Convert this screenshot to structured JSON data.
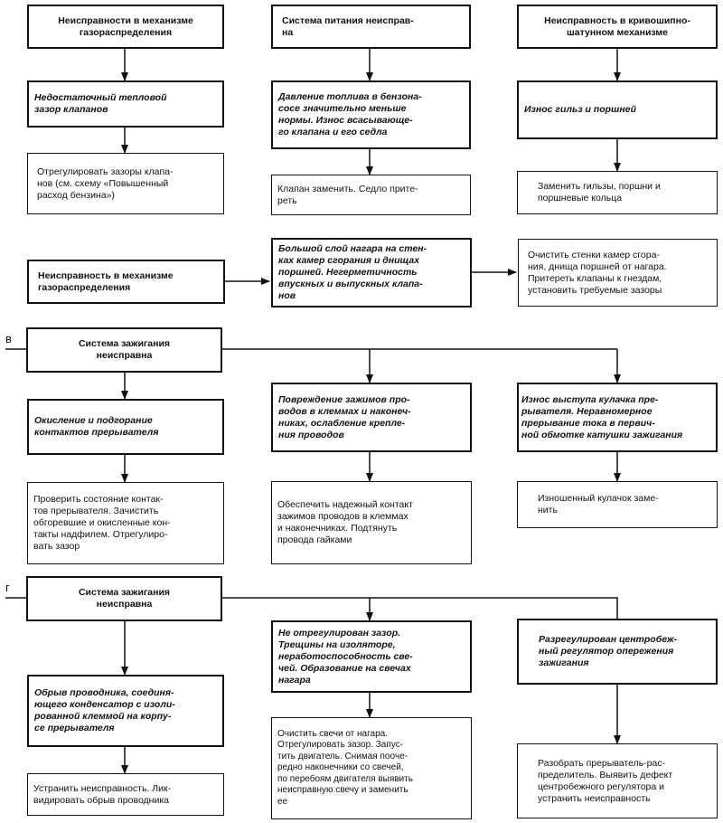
{
  "section_letters": {
    "v": "в",
    "g": "г"
  },
  "a": {
    "col1": {
      "fault": "Неисправности в механизме\nгазораспределения",
      "cause": "Недостаточный    тепловой\nзазор клапанов",
      "action": "Отрегулировать зазоры клапа-\nнов (см. схему «Повышенный\nрасход бензина»)"
    },
    "col2": {
      "fault": "Система  питания  неисправ-\nна",
      "cause": "Давление топлива в бензона-\nсосе  значительно  меньше\nнормы.  Износ  всасывающе-\nго клапана и его седла",
      "action": "Клапан заменить. Седло прите-\nреть"
    },
    "col3": {
      "fault": "Неисправность в кривошипно-\nшатунном механизме",
      "cause": "Износ гильз и поршней",
      "action": "Заменить  гильзы,  поршни  и\nпоршневые кольца"
    }
  },
  "b": {
    "fault": "Неисправность  в  механизме\nгазораспределения",
    "cause": "Большой слой нагара на стен-\nках камер сгорания и днищах\nпоршней.   Негерметичность\nвпускных и выпускных клапа-\nнов",
    "action": "Очистить стенки камер сгора-\nния, днища поршней от нагара.\nПритереть клапаны к гнездам,\nустановить требуемые зазоры"
  },
  "v": {
    "fault": "Система  зажигания\nнеисправна",
    "col1": {
      "cause": "Окисление    и    подгорание\nконтактов прерывателя",
      "action": "Проверить  состояние  контак-\nтов  прерывателя.  Зачистить\nобгоревшие и окисленные кон-\nтакты надфилем. Отрегулиро-\nвать зазор"
    },
    "col2": {
      "cause": "Повреждение  зажимов  про-\nводов в клеммах и наконеч-\nниках,  ослабление  крепле-\nния проводов",
      "action": "Обеспечить надежный контакт\nзажимов проводов в клеммах\nи   наконечниках.   Подтянуть\nпровода гайками"
    },
    "col3": {
      "cause": "Износ  выступа  кулачка  пре-\nрывателя.   Неравномерное\nпрерывание тока в первич-\nной обмотке катушки зажигания",
      "action": "Изношенный    кулачок    заме-\nнить"
    }
  },
  "g": {
    "fault": "Система  зажигания\nнеисправна",
    "col1": {
      "cause": "Обрыв проводника, соединя-\nющего конденсатор с изоли-\nрованной клеммой на корпу-\nсе прерывателя",
      "action": "Устранить неисправность. Лик-\nвидировать обрыв проводника"
    },
    "col2": {
      "cause": "Не   отрегулирован   зазор.\nТрещины    на    изоляторе,\nнеработоспособность    све-\nчей.  Образование на свечах\nнагара",
      "action": "Очистить  свечи  от  нагара.\nОтрегулировать  зазор.  Запус-\nтить  двигатель.  Снимая  поoче-\nредно наконечники со свечей,\nпо перебоям двигателя выявить\nнеисправную свечу и заменить\nее"
    },
    "col3": {
      "cause": "Разрегулирован центробеж-\nный  регулятор  опережения\nзажигания",
      "action": "Разобрать  прерыватель-рас-\nпределитель.  Выявить  дефект\nцентробежного  регулятора  и\nустранить неисправность"
    }
  }
}
